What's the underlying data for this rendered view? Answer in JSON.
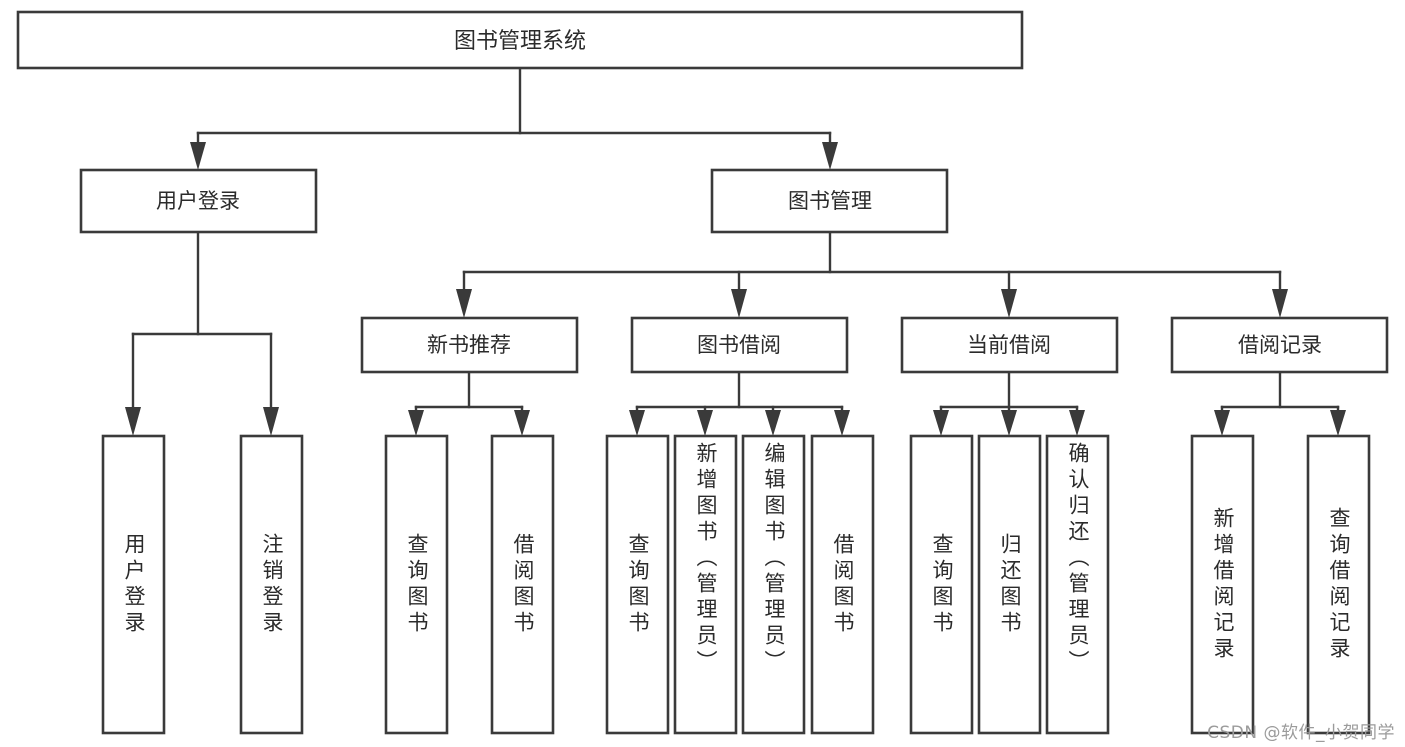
{
  "diagram": {
    "title": "图书管理系统",
    "type": "tree",
    "watermark": "CSDN @软件_小贺同学",
    "colors": {
      "box_stroke": "#3a3a3a",
      "box_fill": "#ffffff",
      "text": "#2b2b2b",
      "background": "#ffffff",
      "watermark": "#9b9b9b"
    },
    "root": {
      "label": "图书管理系统"
    },
    "level2": [
      {
        "label": "用户登录"
      },
      {
        "label": "图书管理"
      }
    ],
    "level3": [
      {
        "label": "新书推荐"
      },
      {
        "label": "图书借阅"
      },
      {
        "label": "当前借阅"
      },
      {
        "label": "借阅记录"
      }
    ],
    "leaves": {
      "user_login": [
        {
          "label": "用户登录"
        },
        {
          "label": "注销登录"
        }
      ],
      "new_book_recommend": [
        {
          "label": "查询图书"
        },
        {
          "label": "借阅图书"
        }
      ],
      "book_borrow": [
        {
          "label": "查询图书"
        },
        {
          "label": "新增图书（管理员）"
        },
        {
          "label": "编辑图书（管理员）"
        },
        {
          "label": "借阅图书"
        }
      ],
      "current_borrow": [
        {
          "label": "查询图书"
        },
        {
          "label": "归还图书"
        },
        {
          "label": "确认归还（管理员）"
        }
      ],
      "borrow_record": [
        {
          "label": "新增借阅记录"
        },
        {
          "label": "查询借阅记录"
        }
      ]
    }
  }
}
